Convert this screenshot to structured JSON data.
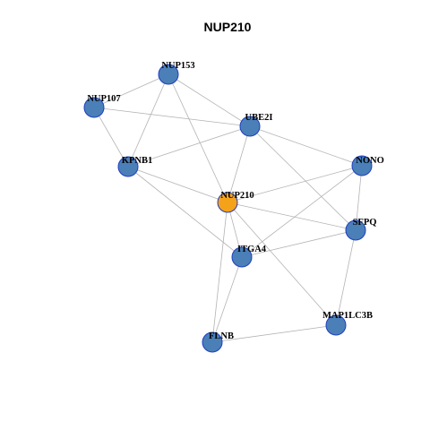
{
  "title": "NUP210",
  "colors": {
    "hub": "#F5A21B",
    "node": "#4A7FB8",
    "node_border": "#1F3FBF",
    "edge": "#B3B3B3"
  },
  "nodes": [
    {
      "id": "NUP210",
      "hub": true
    },
    {
      "id": "NUP153"
    },
    {
      "id": "NUP107"
    },
    {
      "id": "UBE2I"
    },
    {
      "id": "KPNB1"
    },
    {
      "id": "NONO"
    },
    {
      "id": "SFPQ"
    },
    {
      "id": "ITGA4"
    },
    {
      "id": "MAP1LC3B"
    },
    {
      "id": "FLNB"
    }
  ],
  "edges": [
    [
      "NUP153",
      "NUP107"
    ],
    [
      "NUP153",
      "UBE2I"
    ],
    [
      "NUP153",
      "KPNB1"
    ],
    [
      "NUP153",
      "NUP210"
    ],
    [
      "NUP107",
      "UBE2I"
    ],
    [
      "NUP107",
      "KPNB1"
    ],
    [
      "UBE2I",
      "KPNB1"
    ],
    [
      "UBE2I",
      "NUP210"
    ],
    [
      "UBE2I",
      "NONO"
    ],
    [
      "UBE2I",
      "SFPQ"
    ],
    [
      "KPNB1",
      "NUP210"
    ],
    [
      "KPNB1",
      "ITGA4"
    ],
    [
      "NUP210",
      "NONO"
    ],
    [
      "NUP210",
      "SFPQ"
    ],
    [
      "NUP210",
      "ITGA4"
    ],
    [
      "NUP210",
      "MAP1LC3B"
    ],
    [
      "NUP210",
      "FLNB"
    ],
    [
      "NONO",
      "SFPQ"
    ],
    [
      "NONO",
      "ITGA4"
    ],
    [
      "SFPQ",
      "ITGA4"
    ],
    [
      "SFPQ",
      "MAP1LC3B"
    ],
    [
      "ITGA4",
      "FLNB"
    ],
    [
      "FLNB",
      "MAP1LC3B"
    ]
  ]
}
